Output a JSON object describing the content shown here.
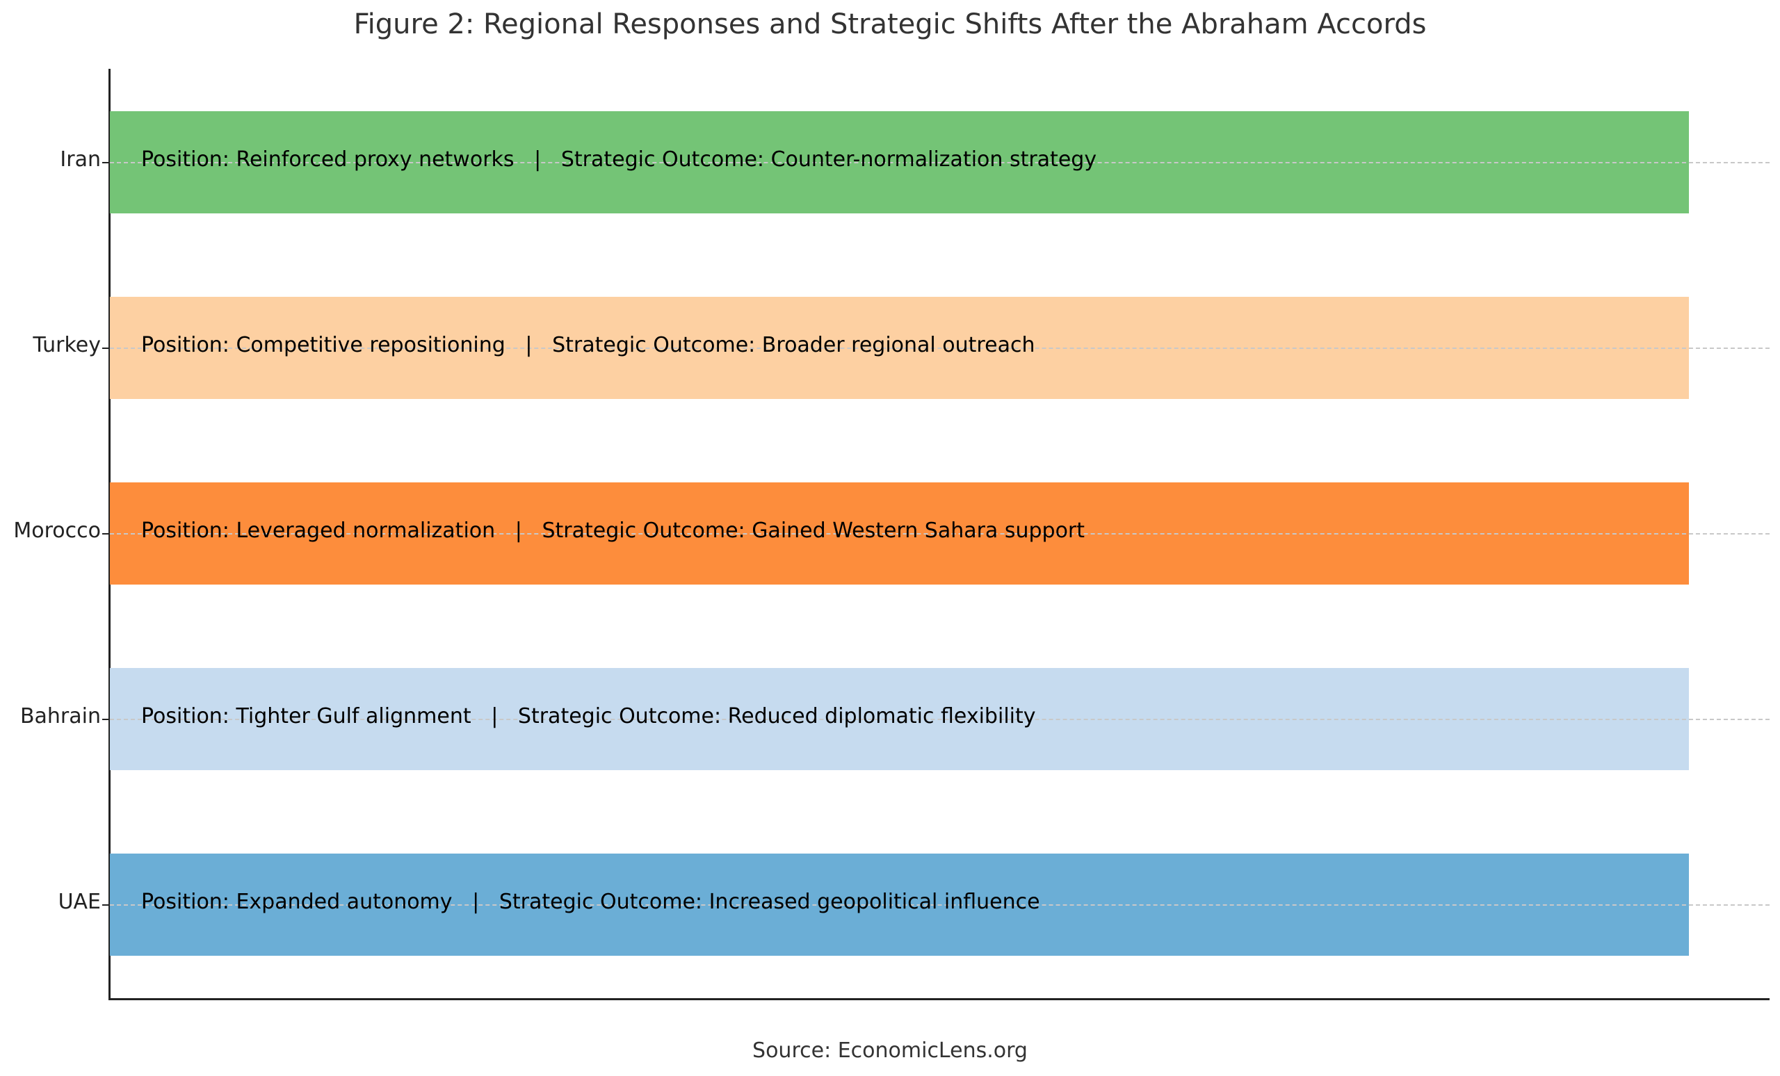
{
  "chart_data": {
    "type": "bar",
    "orientation": "horizontal",
    "title": "Figure 2: Regional Responses and Strategic Shifts After the Abraham Accords",
    "xlabel": "",
    "ylabel": "",
    "categories": [
      "Iran",
      "Turkey",
      "Morocco",
      "Bahrain",
      "UAE"
    ],
    "values": [
      1,
      1,
      1,
      1,
      1
    ],
    "colors": [
      "#74c476",
      "#fdd0a2",
      "#fd8d3c",
      "#c6dbef",
      "#6baed6"
    ],
    "annotations": [
      "Position: Reinforced proxy networks   |   Strategic Outcome: Counter-normalization strategy",
      "Position: Competitive repositioning   |   Strategic Outcome: Broader regional outreach",
      "Position: Leveraged normalization   |   Strategic Outcome: Gained Western Sahara support",
      "Position: Tighter Gulf alignment   |   Strategic Outcome: Reduced diplomatic flexibility",
      "Position: Expanded autonomy   |   Strategic Outcome: Increased geopolitical influence"
    ],
    "grid": {
      "x": false,
      "y": true,
      "style": "dashed"
    },
    "legend": "none",
    "x_ticks_visible": false,
    "footnote": "Source: EconomicLens.org"
  },
  "title": "Figure 2: Regional Responses and Strategic Shifts After the Abraham Accords",
  "rows": [
    {
      "label": "Iran",
      "color": "#74c476",
      "text": "Position: Reinforced proxy networks   |   Strategic Outcome: Counter-normalization strategy"
    },
    {
      "label": "Turkey",
      "color": "#fdd0a2",
      "text": "Position: Competitive repositioning   |   Strategic Outcome: Broader regional outreach"
    },
    {
      "label": "Morocco",
      "color": "#fd8d3c",
      "text": "Position: Leveraged normalization   |   Strategic Outcome: Gained Western Sahara support"
    },
    {
      "label": "Bahrain",
      "color": "#c6dbef",
      "text": "Position: Tighter Gulf alignment   |   Strategic Outcome: Reduced diplomatic flexibility"
    },
    {
      "label": "UAE",
      "color": "#6baed6",
      "text": "Position: Expanded autonomy   |   Strategic Outcome: Increased geopolitical influence"
    }
  ],
  "source": "Source: EconomicLens.org"
}
